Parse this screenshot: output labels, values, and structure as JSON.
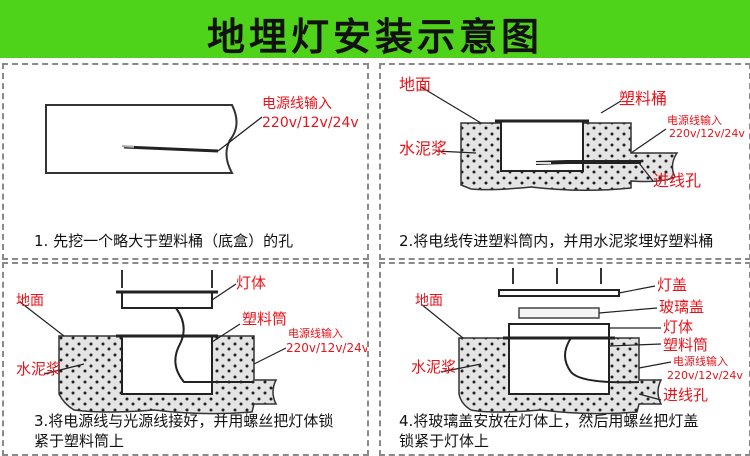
{
  "title": "地埋灯安装示意图",
  "colors": {
    "banner": "#4fd21a",
    "label": "#e8141b",
    "concrete": "#e4e4e4"
  },
  "panels": [
    {
      "caption": "1. 先挖一个略大于塑料桶（底盒）的孔",
      "labels": {
        "wire": "电源线输入",
        "voltage": "220v/12v/24v"
      }
    },
    {
      "caption": "2.将电线传进塑料筒内，并用水泥浆埋好塑料桶",
      "labels": {
        "ground": "地面",
        "bucket": "塑料桶",
        "wire": "电源线输入",
        "voltage": "220v/12v/24v",
        "cement": "水泥浆",
        "hole": "进线孔"
      }
    },
    {
      "caption_line1": "3.将电源线与光源线接好，并用螺丝把灯体锁",
      "caption_line2": "紧于塑料筒上",
      "labels": {
        "ground": "地面",
        "body": "灯体",
        "tube": "塑料筒",
        "wire": "电源线输入",
        "voltage": "220v/12v/24v",
        "cement": "水泥浆"
      }
    },
    {
      "caption_line1": "4.将玻璃盖安放在灯体上，然后用螺丝把灯盖",
      "caption_line2": "锁紧于灯体上",
      "labels": {
        "ground": "地面",
        "cover": "灯盖",
        "glass": "玻璃盖",
        "body": "灯体",
        "tube": "塑料筒",
        "wire": "电源线输入",
        "voltage": "220v/12v/24v",
        "cement": "水泥浆",
        "hole": "进线孔"
      }
    }
  ]
}
